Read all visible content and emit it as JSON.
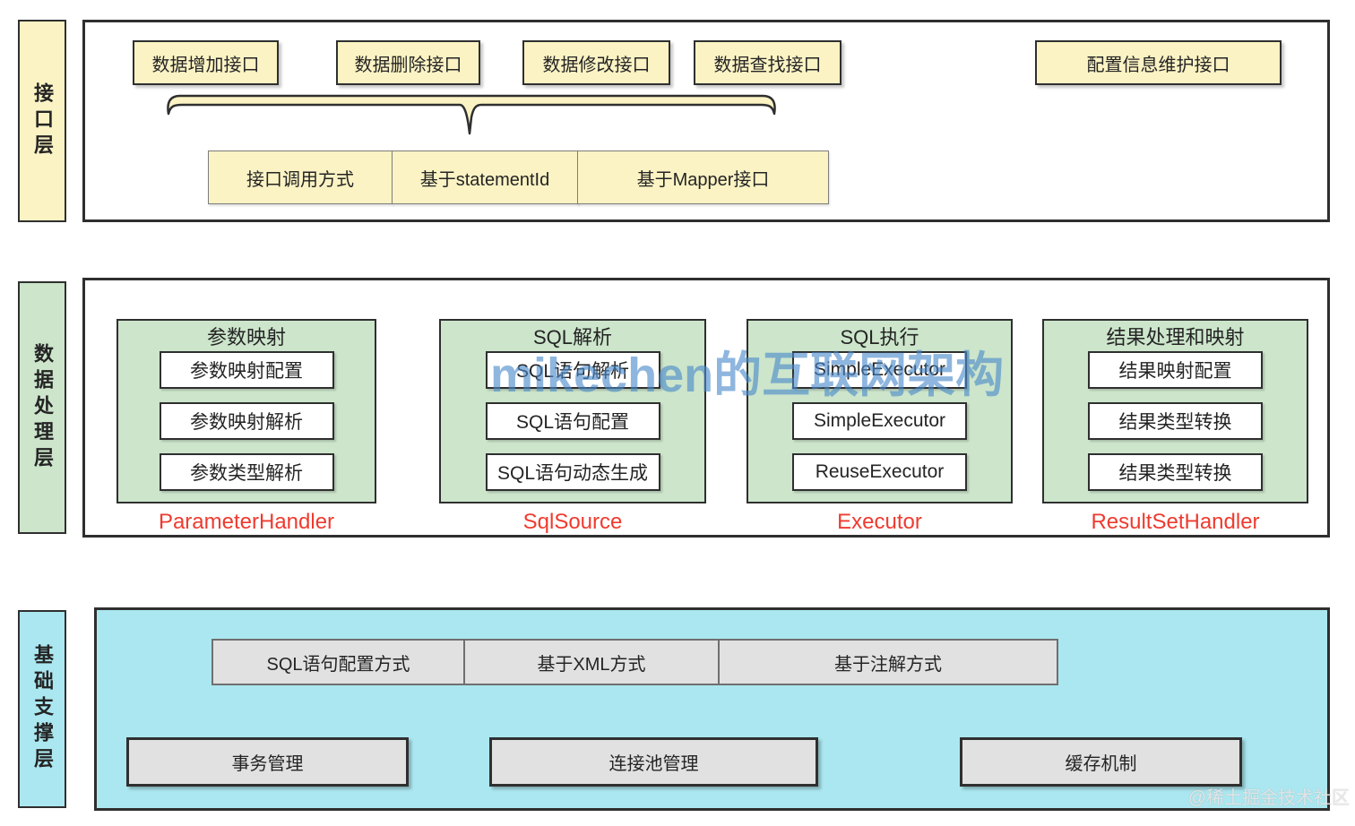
{
  "colors": {
    "yellow": "#FBF3C4",
    "green": "#CCE5CB",
    "cyan": "#ABE7F0",
    "gray": "#E1E1E1",
    "border": "#2F2F2F",
    "red": "#EE3B2F",
    "watermark": "#4989C9"
  },
  "layers": {
    "interface": {
      "label": "接口层",
      "api_boxes": [
        "数据增加接口",
        "数据删除接口",
        "数据修改接口",
        "数据查找接口"
      ],
      "config_box": "配置信息维护接口",
      "call_methods": [
        "接口调用方式",
        "基于statementId",
        "基于Mapper接口"
      ]
    },
    "processing": {
      "label": "数据处理层",
      "groups": [
        {
          "title": "参数映射",
          "items": [
            "参数映射配置",
            "参数映射解析",
            "参数类型解析"
          ],
          "handler": "ParameterHandler"
        },
        {
          "title": "SQL解析",
          "items": [
            "SQL语句解析",
            "SQL语句配置",
            "SQL语句动态生成"
          ],
          "handler": "SqlSource"
        },
        {
          "title": "SQL执行",
          "items": [
            "SimpleExecutor",
            "SimpleExecutor",
            "ReuseExecutor"
          ],
          "handler": "Executor"
        },
        {
          "title": "结果处理和映射",
          "items": [
            "结果映射配置",
            "结果类型转换",
            "结果类型转换"
          ],
          "handler": "ResultSetHandler"
        }
      ]
    },
    "foundation": {
      "label": "基础支撑层",
      "config_methods": [
        "SQL语句配置方式",
        "基于XML方式",
        "基于注解方式"
      ],
      "support_boxes": [
        "事务管理",
        "连接池管理",
        "缓存机制"
      ]
    }
  },
  "watermarks": {
    "center": "mikechen的互联网架构",
    "corner": "@稀土掘金技术社区"
  }
}
